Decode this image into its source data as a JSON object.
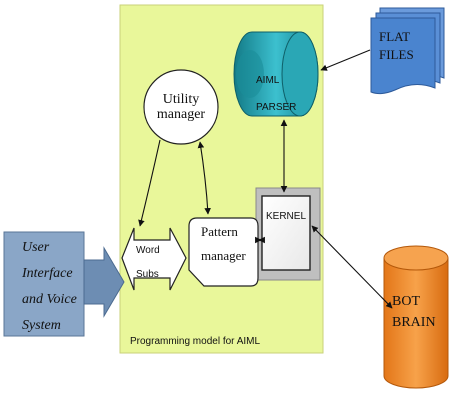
{
  "diagram": {
    "panel_caption": "Programming model for AIML",
    "utility_manager": [
      "Utility",
      "manager"
    ],
    "aiml_parser": [
      "AIML",
      "PARSER"
    ],
    "flat_files": [
      "FLAT",
      "FILES"
    ],
    "kernel": "KERNEL",
    "pattern_manager": [
      "Pattern",
      "manager"
    ],
    "word_subs": [
      "Word",
      "Subs"
    ],
    "user_interface": [
      "User",
      "Interface",
      "and Voice",
      "System"
    ],
    "bot_brain": [
      "BOT",
      "BRAIN"
    ]
  },
  "colors": {
    "panel": "#e9f79a",
    "cylinder_teal": "#2aa7b5",
    "stack_blue": "#4a84cf",
    "kernel_frame": "#b9b9b9",
    "ui_blue": "#8aa6c7",
    "brain_orange": "#f28a2a"
  }
}
